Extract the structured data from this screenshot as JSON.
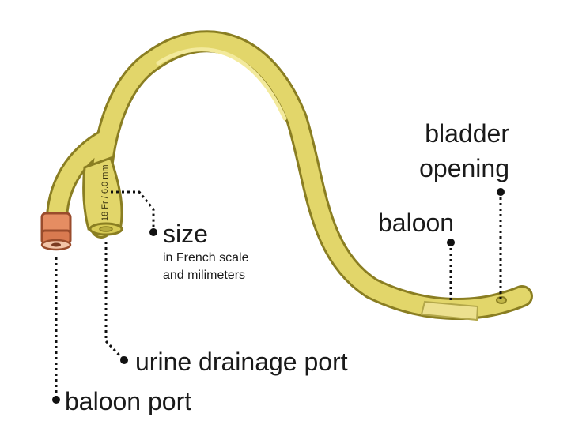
{
  "diagram": {
    "catheter_marking": "18 Fr / 6.0 mm",
    "labels": {
      "size": {
        "title": "size",
        "line1": "in French scale",
        "line2": "and milimeters"
      },
      "bladder_opening": {
        "line1": "bladder",
        "line2": "opening"
      },
      "baloon": "baloon",
      "urine_drainage_port": "urine drainage port",
      "baloon_port": "baloon port"
    },
    "colors": {
      "tube_fill": "#e2d66a",
      "tube_outline": "#8a7e22",
      "balloon_band": "#ece08f",
      "port_cap": "#e58d62",
      "leader_line": "#111111"
    }
  }
}
